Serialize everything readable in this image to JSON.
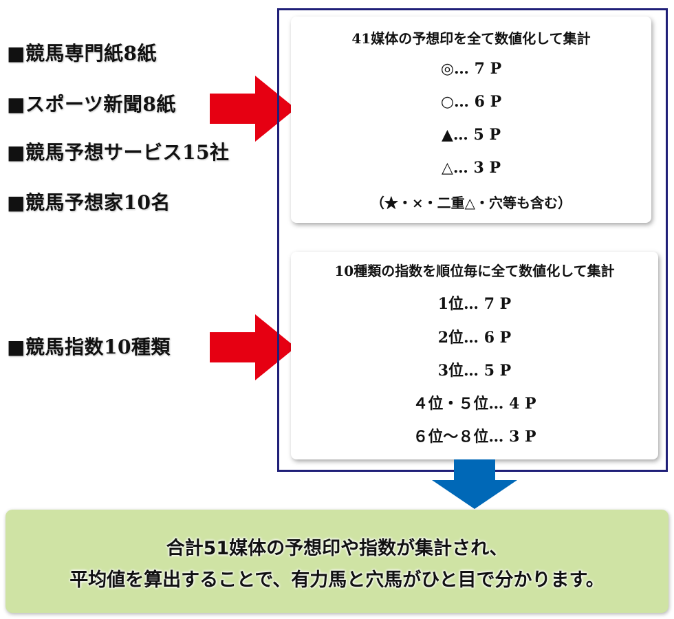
{
  "sources_top": [
    "■競馬専門紙8紙",
    "■スポーツ新聞8紙",
    "■競馬予想サービス15社",
    "■競馬予想家10名"
  ],
  "sources_bottom": "■競馬指数10種類",
  "card_marks": {
    "title": "41媒体の予想印を全て数値化して集計",
    "lines": [
      "◎… 7 P",
      "○… 6 P",
      "▲… 5 P",
      "△… 3 P"
    ],
    "note": "（★・×・二重△・穴等も含む）"
  },
  "card_index": {
    "title": "10種類の指数を順位毎に全て数値化して集計",
    "lines": [
      "1位… 7 P",
      "2位… 6 P",
      "3位… 5 P",
      "４位・５位… 4 P",
      "６位～８位… 3 P"
    ]
  },
  "summary": {
    "line1": "合計51媒体の予想印や指数が集計され、",
    "line2": "平均値を算出することで、有力馬と穴馬がひと目で分かります。"
  },
  "colors": {
    "red_arrow": "#e60012",
    "blue_arrow": "#0068b7",
    "frame_border": "#1f1f78",
    "summary_bg": "#cfe3a4"
  }
}
